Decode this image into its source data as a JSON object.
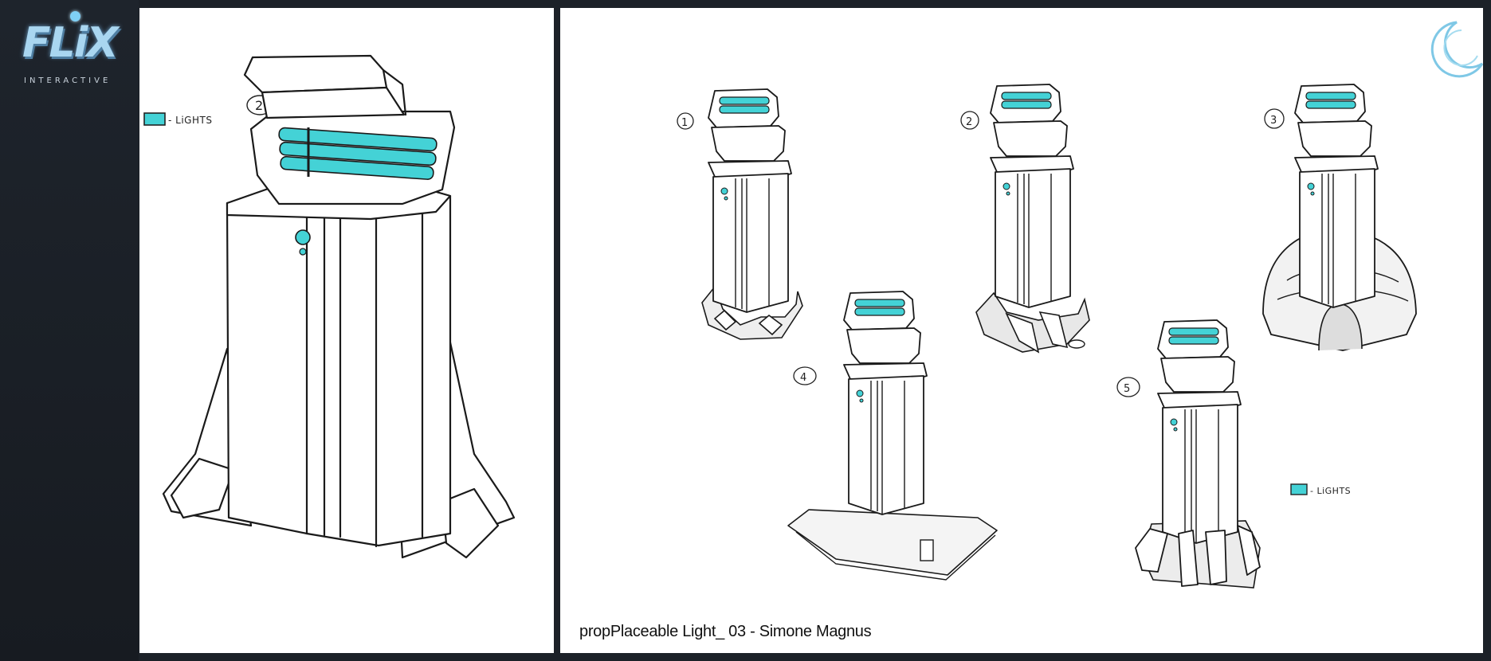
{
  "brand": {
    "logo_word": "FLiX",
    "logo_sub": "INTERACTIVE"
  },
  "left_sheet": {
    "variant_number": "2",
    "legend_label": "- LiGHTS"
  },
  "right_sheet": {
    "variants": [
      {
        "number": "1"
      },
      {
        "number": "2"
      },
      {
        "number": "3"
      },
      {
        "number": "4"
      },
      {
        "number": "5"
      }
    ],
    "legend_label": "- LiGHTS",
    "caption": "propPlaceable Light_ 03 - Simone Magnus"
  },
  "colors": {
    "light_cyan": "#44d2d6",
    "sidebar": "#1c2128",
    "paper": "#ffffff",
    "ink": "#1a1a1a"
  }
}
